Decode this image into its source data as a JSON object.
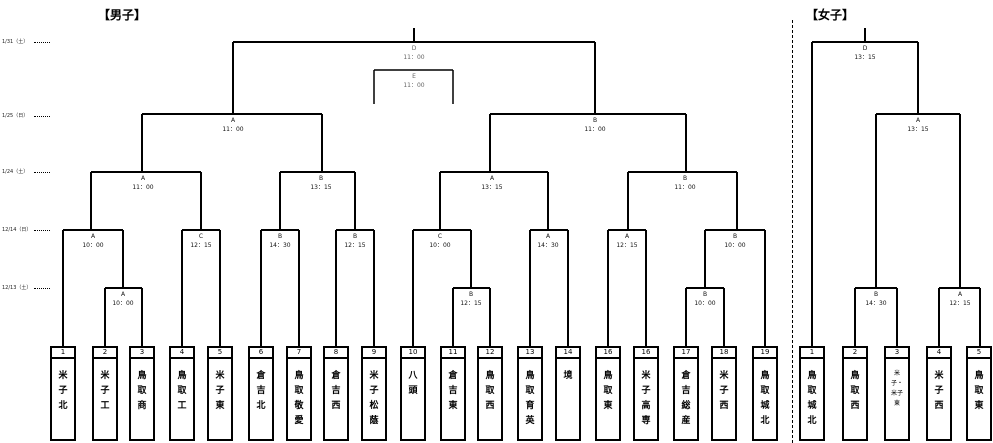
{
  "sections": {
    "boys": "【男子】",
    "girls": "【女子】"
  },
  "dates": [
    "1/31（土）",
    "1/25（日）",
    "1/24（土）",
    "12/14（日）",
    "12/13（土）"
  ],
  "boys_teams": [
    {
      "num": "1",
      "name": "米子北"
    },
    {
      "num": "2",
      "name": "米子工"
    },
    {
      "num": "3",
      "name": "鳥取商"
    },
    {
      "num": "4",
      "name": "鳥取工"
    },
    {
      "num": "5",
      "name": "米子東"
    },
    {
      "num": "6",
      "name": "倉吉北"
    },
    {
      "num": "7",
      "name": "鳥取敬愛"
    },
    {
      "num": "8",
      "name": "倉吉西"
    },
    {
      "num": "9",
      "name": "米子松蔭"
    },
    {
      "num": "10",
      "name": "八頭"
    },
    {
      "num": "11",
      "name": "倉吉東"
    },
    {
      "num": "12",
      "name": "鳥取西"
    },
    {
      "num": "13",
      "name": "鳥取育英"
    },
    {
      "num": "14",
      "name": "境"
    },
    {
      "num": "16",
      "name": "鳥取東"
    },
    {
      "num": "16",
      "name": "米子高専"
    },
    {
      "num": "17",
      "name": "倉吉総産"
    },
    {
      "num": "18",
      "name": "米子西"
    },
    {
      "num": "19",
      "name": "鳥取城北"
    }
  ],
  "girls_teams": [
    {
      "num": "1",
      "name": "鳥取城北"
    },
    {
      "num": "2",
      "name": "鳥取西"
    },
    {
      "num": "3",
      "name": "米子・米子東"
    },
    {
      "num": "4",
      "name": "米子西"
    },
    {
      "num": "5",
      "name": "鳥取東"
    }
  ],
  "boys_matches": [
    {
      "court": "A",
      "time": "10：00"
    },
    {
      "court": "A",
      "time": "10：00"
    },
    {
      "court": "C",
      "time": "12：15"
    },
    {
      "court": "B",
      "time": "14：30"
    },
    {
      "court": "B",
      "time": "12：15"
    },
    {
      "court": "C",
      "time": "10：00"
    },
    {
      "court": "B",
      "time": "12：15"
    },
    {
      "court": "A",
      "time": "14：30"
    },
    {
      "court": "A",
      "time": "12：15"
    },
    {
      "court": "B",
      "time": "10：00"
    },
    {
      "court": "B",
      "time": "10：00"
    },
    {
      "court": "A",
      "time": "11：00"
    },
    {
      "court": "B",
      "time": "13：15"
    },
    {
      "court": "A",
      "time": "13：15"
    },
    {
      "court": "B",
      "time": "11：00"
    },
    {
      "court": "A",
      "time": "11：00"
    },
    {
      "court": "B",
      "time": "11：00"
    },
    {
      "court": "D",
      "time": "11：00"
    },
    {
      "court": "E",
      "time": "11：00"
    }
  ],
  "girls_matches": [
    {
      "court": "B",
      "time": "14：30"
    },
    {
      "court": "A",
      "time": "12：15"
    },
    {
      "court": "A",
      "time": "13：15"
    },
    {
      "court": "D",
      "time": "13：15"
    }
  ]
}
